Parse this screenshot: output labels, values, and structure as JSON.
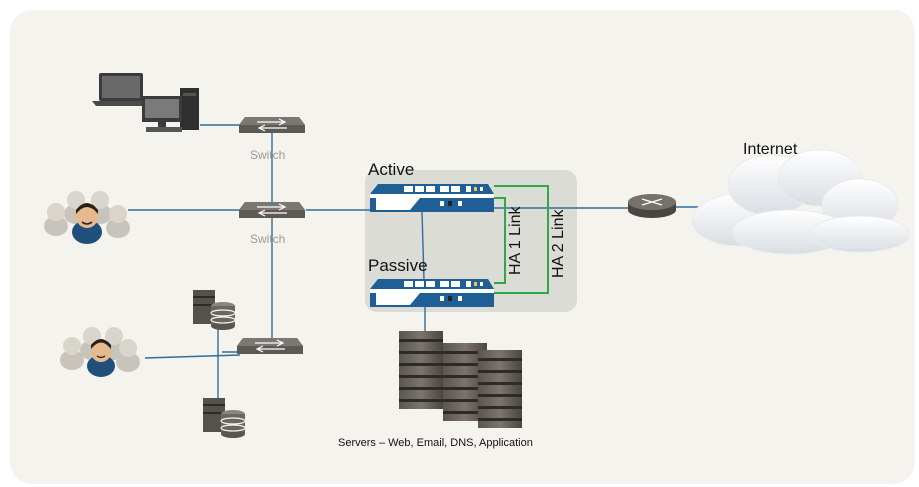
{
  "labels": {
    "switch_top": "Switch",
    "switch_mid": "Switch",
    "active": "Active",
    "passive": "Passive",
    "ha1": "HA 1 Link",
    "ha2": "HA 2 Link",
    "internet": "Internet",
    "servers": "Servers – Web, Email, DNS, Application"
  },
  "colors": {
    "panel": "#f4f3ee",
    "ha_zone": "#dcdcd6",
    "blue_link": "#2e6e9e",
    "ha_link": "#2fa84a",
    "firewall": "#1f5f96"
  }
}
